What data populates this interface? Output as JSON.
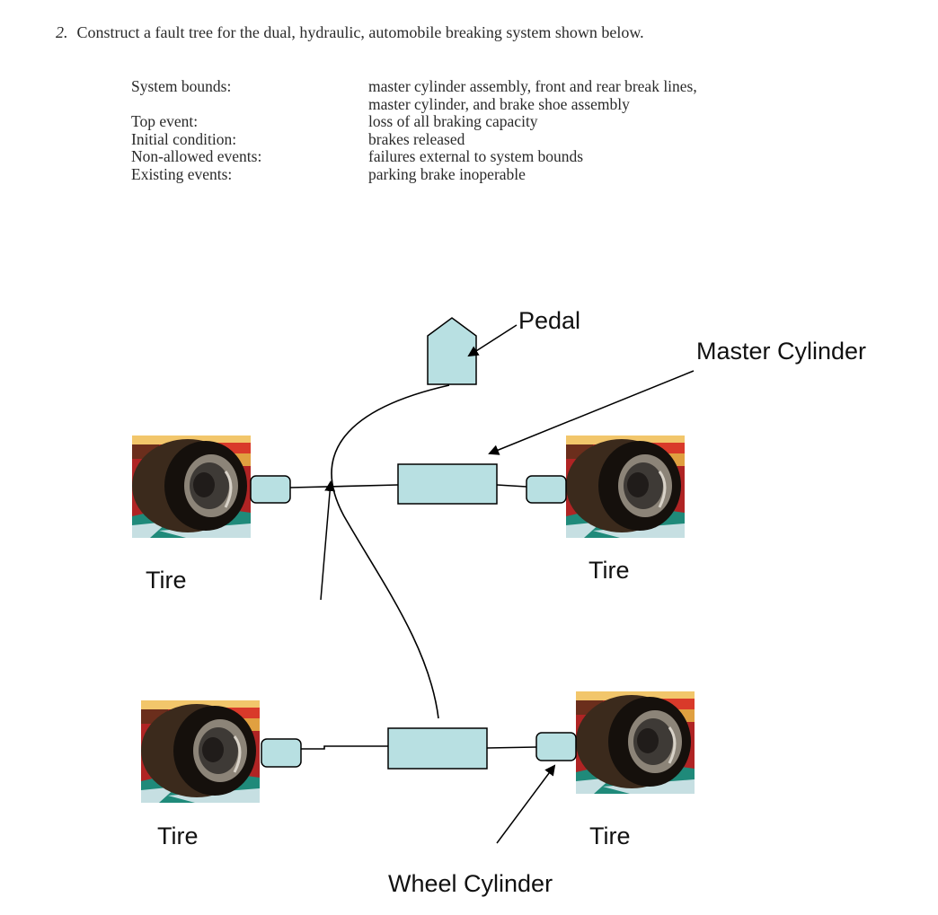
{
  "question": {
    "number": "2.",
    "text": "Construct a fault tree for the dual, hydraulic, automobile breaking system shown below."
  },
  "specs": [
    {
      "label": "System bounds:",
      "value": "master cylinder assembly, front and rear break lines,"
    },
    {
      "label": "",
      "value": "master cylinder, and brake shoe assembly"
    },
    {
      "label": "Top event:",
      "value": "loss of all braking capacity"
    },
    {
      "label": "Initial condition:",
      "value": "brakes released"
    },
    {
      "label": "Non-allowed events:",
      "value": "failures external to system bounds"
    },
    {
      "label": "Existing events:",
      "value": "parking brake inoperable"
    }
  ],
  "diagram": {
    "labels": {
      "pedal": "Pedal",
      "master_cylinder": "Master Cylinder",
      "tire_front_left": "Tire",
      "tire_front_right": "Tire",
      "tire_rear_left": "Tire",
      "tire_rear_right": "Tire",
      "wheel_cylinder": "Wheel Cylinder"
    },
    "colors": {
      "component_fill": "#b8e0e2",
      "line": "#000000",
      "tire_rubber": "#3b2a1c",
      "tire_bg_red": "#b02424",
      "tire_bg_yellow": "#f2c66b",
      "tire_bg_teal": "#1f8a7a"
    }
  }
}
